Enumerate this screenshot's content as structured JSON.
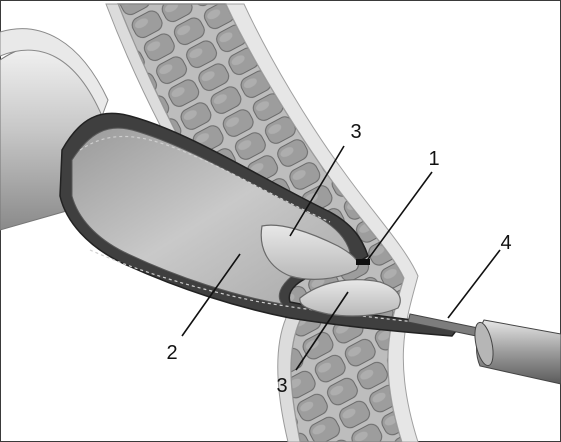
{
  "figure": {
    "labels": {
      "leaflet_upper": "3",
      "wall_point": "1",
      "vein_lumen": "2",
      "leaflet_lower": "3",
      "instrument": "4"
    }
  }
}
